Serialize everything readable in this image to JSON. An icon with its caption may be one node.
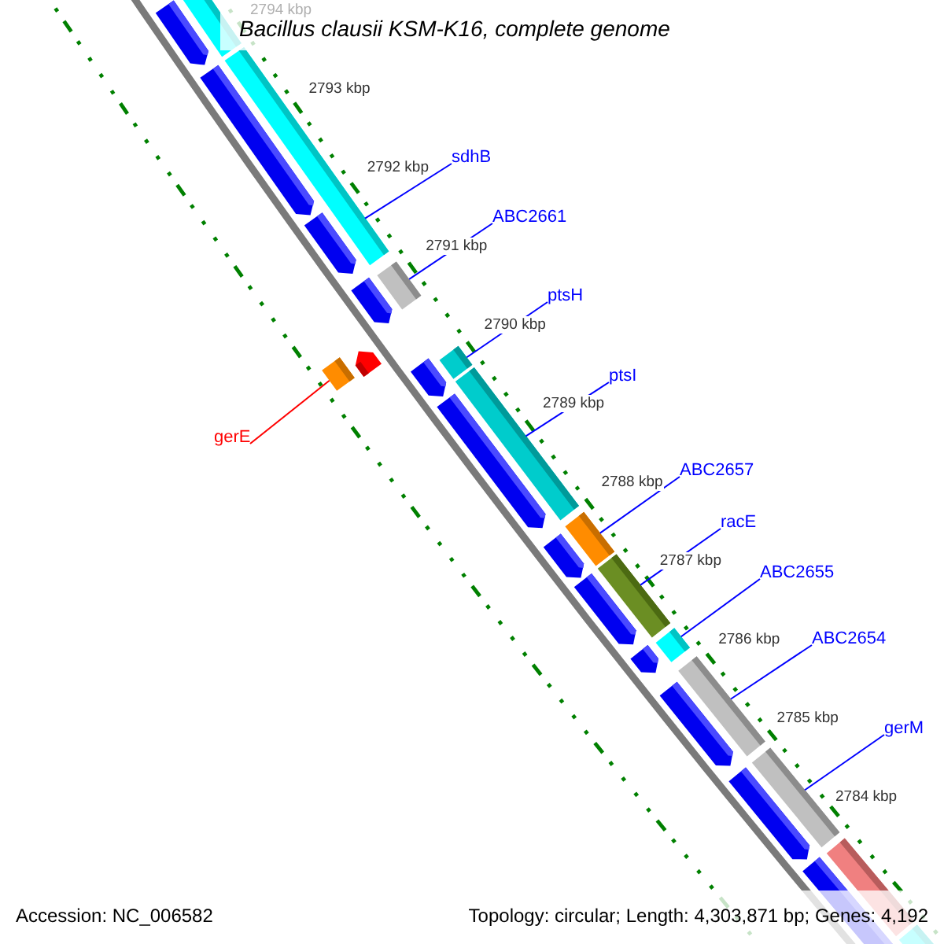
{
  "diagram": {
    "title": "Bacillus clausii KSM-K16, complete genome",
    "nodes": [
      {
        "text": [
          "sdhB"
        ]
      },
      {
        "text": [
          "ABC2661"
        ]
      },
      {
        "text": [
          "ptsH"
        ]
      },
      {
        "text": [
          "ptsI"
        ]
      },
      {
        "text": [
          "gerE"
        ]
      },
      {
        "text": [
          "ABC2657"
        ]
      },
      {
        "text": [
          "racE"
        ]
      },
      {
        "text": [
          "ABC2655"
        ]
      },
      {
        "text": [
          "ABC2654"
        ]
      },
      {
        "text": [
          "gerM"
        ]
      },
      {
        "text": [],
        "shape": "bar"
      },
      {
        "text": [],
        "shape": "bar"
      },
      {
        "text": [],
        "shape": "bar"
      },
      {
        "text": [],
        "shape": "bar"
      },
      {
        "text": [],
        "shape": "bar"
      },
      {
        "text": [],
        "shape": "bar"
      },
      {
        "text": [],
        "shape": "bar"
      },
      {
        "text": [],
        "shape": "bar"
      },
      {
        "text": [],
        "shape": "bar"
      },
      {
        "text": [],
        "shape": "bar"
      }
    ],
    "edges": [
      {
        "from": 0,
        "to": 10,
        "arrow": "none"
      },
      {
        "from": 1,
        "to": 11,
        "arrow": "none"
      },
      {
        "from": 2,
        "to": 12,
        "arrow": "none"
      },
      {
        "from": 3,
        "to": 13,
        "arrow": "none"
      },
      {
        "from": 4,
        "to": 14,
        "arrow": "none",
        "color": "#ff0000"
      },
      {
        "from": 5,
        "to": 15,
        "arrow": "none"
      },
      {
        "from": 6,
        "to": 16,
        "arrow": "none"
      },
      {
        "from": 7,
        "to": 17,
        "arrow": "none"
      },
      {
        "from": 8,
        "to": 18,
        "arrow": "none"
      },
      {
        "from": 9,
        "to": 19,
        "arrow": "none"
      }
    ],
    "labels": [
      "2794 kbp",
      "2793 kbp",
      "2792 kbp",
      "2791 kbp",
      "2790 kbp",
      "2789 kbp",
      "2788 kbp",
      "2787 kbp",
      "2786 kbp",
      "2785 kbp",
      "2784 kbp",
      "Accession: NC_006582",
      "Topology: circular; Length: 4,303,871 bp; Genes: 4,192"
    ]
  }
}
